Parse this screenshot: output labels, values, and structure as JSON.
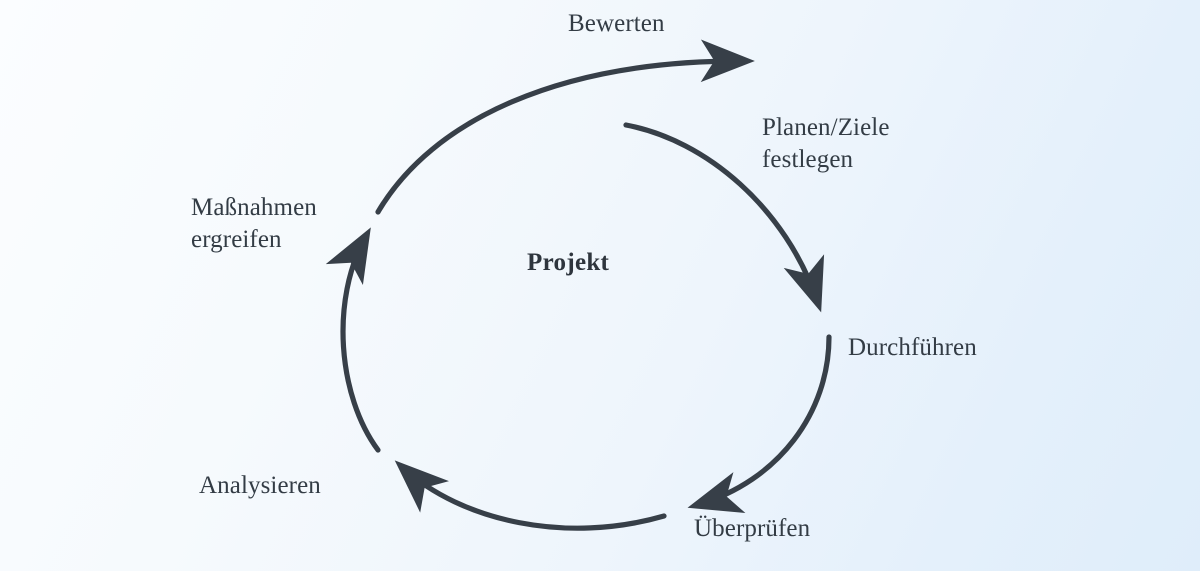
{
  "diagram": {
    "title": "Projekt",
    "center_label": "Projekt",
    "background_gradient": [
      "#fbfdff",
      "#e4f0fb"
    ],
    "stroke_color": "#373f48",
    "text_color": "#333c45",
    "stages": [
      {
        "id": "planen",
        "label": "Planen/Ziele\nfestlegen",
        "order": 1,
        "arrow_from_angle": -80,
        "arrow_to_angle": -2
      },
      {
        "id": "durchfuehren",
        "label": "Durchführen",
        "order": 2,
        "arrow_from_angle": 8,
        "arrow_to_angle": 62
      },
      {
        "id": "ueberpruefen",
        "label": "Überprüfen",
        "order": 3,
        "arrow_from_angle": 70,
        "arrow_to_angle": 142
      },
      {
        "id": "analysieren",
        "label": "Analysieren",
        "order": 4,
        "arrow_from_angle": 148,
        "arrow_to_angle": 212
      },
      {
        "id": "massnahmen",
        "label": "Maßnahmen\nergreifen",
        "order": 5,
        "arrow_from_angle": 218,
        "arrow_to_angle": 268
      },
      {
        "id": "bewerten",
        "label": "Bewerten",
        "order": 6,
        "arrow_from_angle": 274,
        "arrow_to_angle": 340
      }
    ]
  }
}
